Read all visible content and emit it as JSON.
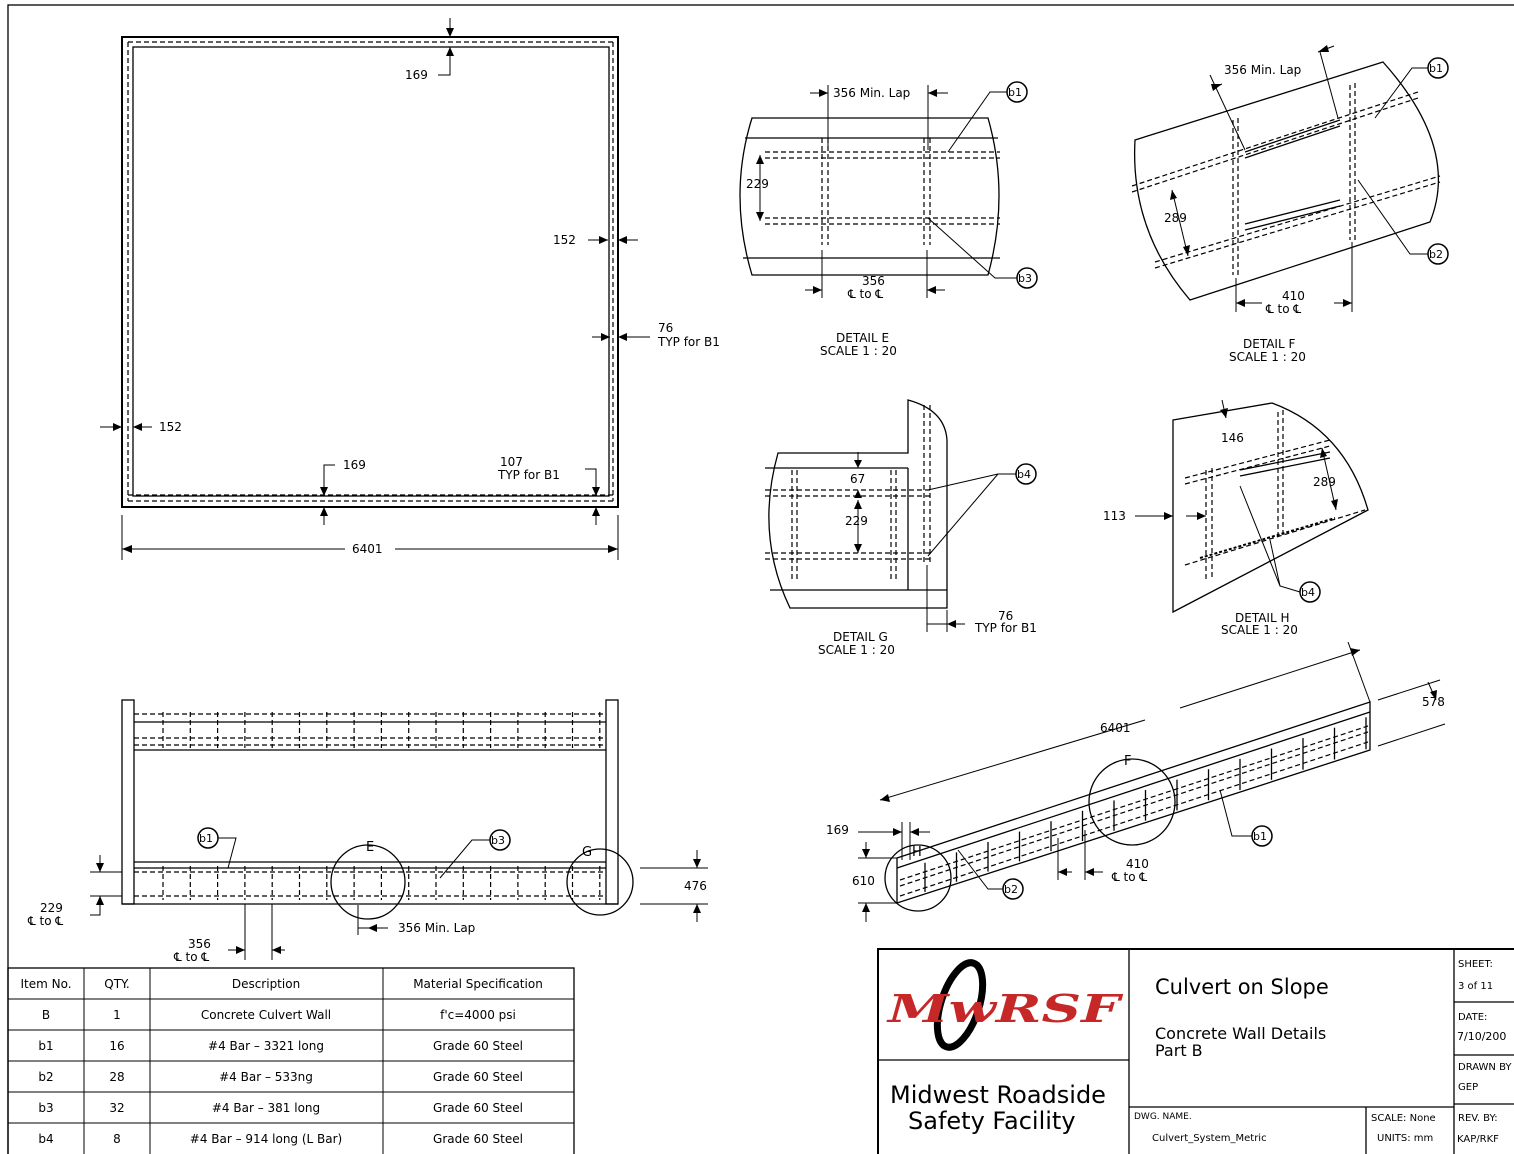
{
  "plan_view": {
    "dims": [
      "169",
      "152",
      "76",
      "TYP for B1",
      "152",
      "169",
      "107",
      "TYP for B1",
      "6401"
    ]
  },
  "elevation_view": {
    "dims": [
      "229",
      "℄ to ℄",
      "356",
      "℄ to ℄",
      "356 Min. Lap",
      "476"
    ],
    "callouts": [
      "b1",
      "b3"
    ],
    "detail_marks": [
      "E",
      "G"
    ]
  },
  "detail_e": {
    "dims": [
      "356 Min. Lap",
      "229",
      "356",
      "℄ to ℄"
    ],
    "callouts": [
      "b1",
      "b3"
    ],
    "title": "DETAIL  E",
    "scale": "SCALE  1  :  20"
  },
  "detail_f": {
    "dims": [
      "356 Min. Lap",
      "289",
      "410",
      "℄ to ℄"
    ],
    "callouts": [
      "b1",
      "b2"
    ],
    "title": "DETAIL  F",
    "scale": "SCALE  1  :  20"
  },
  "detail_g": {
    "dims": [
      "67",
      "229",
      "76",
      "TYP for B1"
    ],
    "callouts": [
      "b4"
    ],
    "title": "DETAIL  G",
    "scale": "SCALE  1  :  20"
  },
  "detail_h": {
    "dims": [
      "146",
      "289",
      "113"
    ],
    "callouts": [
      "b4"
    ],
    "title": "DETAIL  H",
    "scale": "SCALE  1  :  20"
  },
  "slope_view": {
    "dims": [
      "6401",
      "578",
      "169",
      "610",
      "410",
      "℄ to ℄"
    ],
    "callouts": [
      "b1",
      "b2"
    ],
    "detail_marks": [
      "F",
      "H"
    ]
  },
  "bom": {
    "headers": [
      "Item No.",
      "QTY.",
      "Description",
      "Material Specification"
    ],
    "rows": [
      [
        "B",
        "1",
        "Concrete Culvert Wall",
        "f'c=4000 psi"
      ],
      [
        "b1",
        "16",
        "#4 Bar  –  3321 long",
        "Grade 60 Steel"
      ],
      [
        "b2",
        "28",
        "#4 Bar  –  533ng",
        "Grade 60 Steel"
      ],
      [
        "b3",
        "32",
        "#4 Bar  –  381 long",
        "Grade 60 Steel"
      ],
      [
        "b4",
        "8",
        "#4 Bar  –  914 long (L Bar)",
        "Grade 60 Steel"
      ]
    ]
  },
  "title_block": {
    "logo": "MwRSF",
    "facility_line1": "Midwest  Roadside",
    "facility_line2": "Safety  Facility",
    "title": "Culvert  on  Slope",
    "subtitle_line1": "Concrete  Wall  Details",
    "subtitle_line2": "Part  B",
    "sheet_label": "SHEET:",
    "sheet_value": "3  of  11",
    "date_label": "DATE:",
    "date_value": "7/10/200",
    "drawn_label": "DRAWN  BY",
    "drawn_value": "GEP",
    "rev_label": "REV.  BY:",
    "rev_value": "KAP/RKF",
    "dwg_label": "DWG.  NAME.",
    "dwg_value": "Culvert_System_Metric",
    "scale_label": "SCALE:  None",
    "units_label": "UNITS:  mm"
  }
}
